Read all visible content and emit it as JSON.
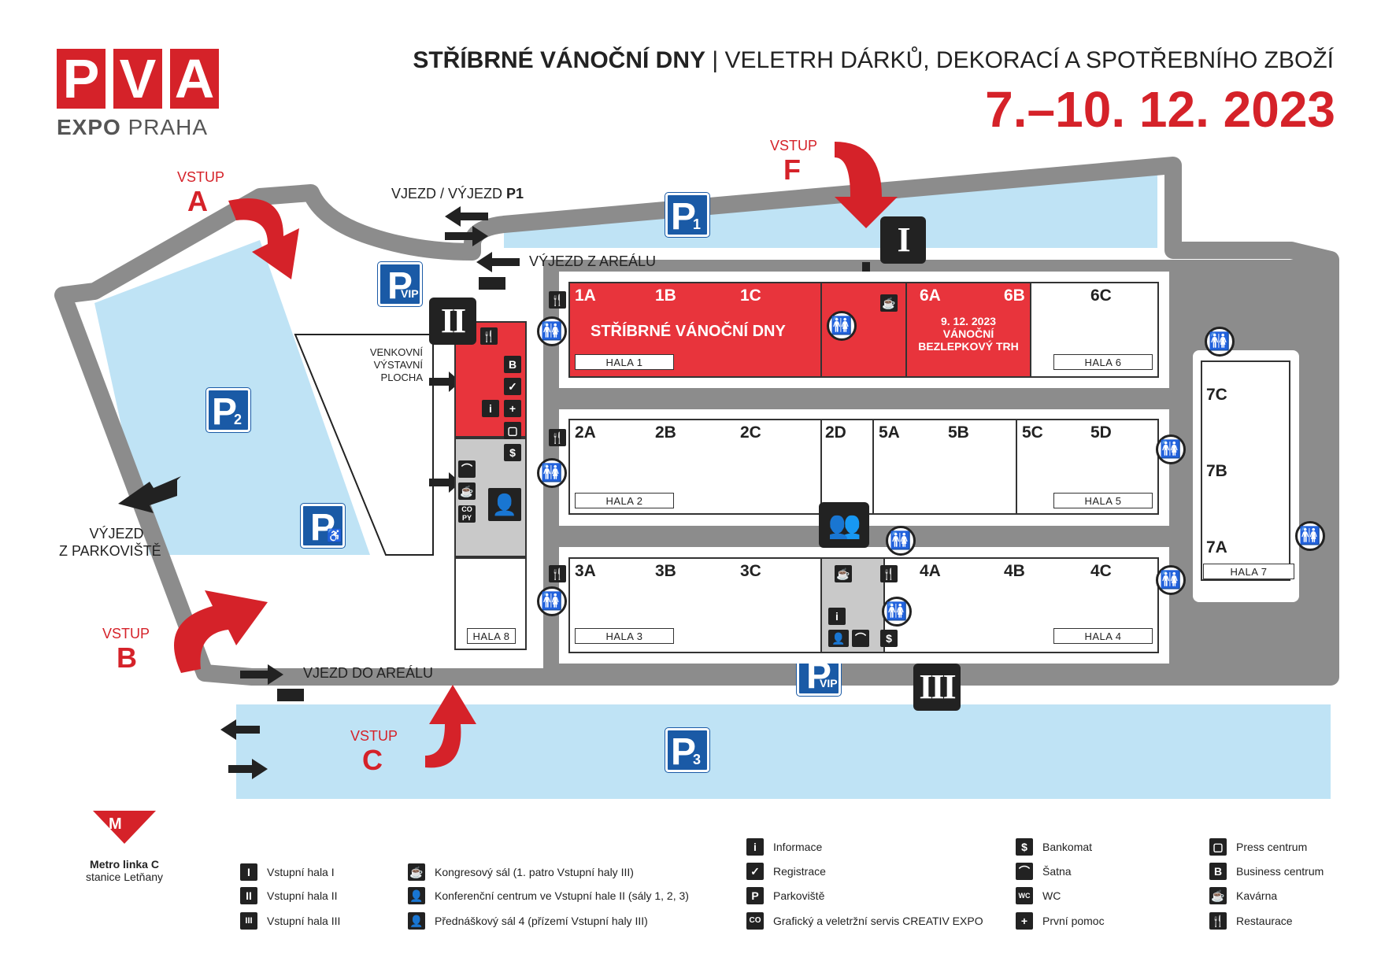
{
  "logo": {
    "letters": [
      "P",
      "V",
      "A"
    ],
    "line1": "EXPO",
    "line2": "PRAHA"
  },
  "header": {
    "title_bold": "STŘÍBRNÉ VÁNOČNÍ DNY",
    "title_sep": "|",
    "title_rest": "VELETRH DÁRKŮ, DEKORACÍ A SPOTŘEBNÍHO ZBOŽÍ",
    "date": "7.–10. 12. 2023"
  },
  "entrances": [
    {
      "id": "A",
      "label": "VSTUP",
      "letter": "A"
    },
    {
      "id": "B",
      "label": "VSTUP",
      "letter": "B"
    },
    {
      "id": "C",
      "label": "VSTUP",
      "letter": "C"
    },
    {
      "id": "F",
      "label": "VSTUP",
      "letter": "F"
    }
  ],
  "road_labels": {
    "p1": "VJEZD / VÝJEZD",
    "p1_bold": "P1",
    "exit_area": "VÝJEZD Z AREÁLU",
    "enter_area": "VJEZD DO AREÁLU",
    "exit_parking_1": "VÝJEZD",
    "exit_parking_2": "Z PARKOVIŠTĚ",
    "outdoor_1": "VENKOVNÍ",
    "outdoor_2": "VÝSTAVNÍ",
    "outdoor_3": "PLOCHA"
  },
  "parking": {
    "p": "P",
    "p1": "1",
    "p2": "2",
    "p3": "3",
    "vip": "VIP"
  },
  "entrance_halls": {
    "i": "I",
    "ii": "II",
    "iii": "III"
  },
  "halls": {
    "zones_row1": [
      "1A",
      "1B",
      "1C",
      "6A",
      "6B",
      "6C"
    ],
    "zones_row2": [
      "2A",
      "2B",
      "2C",
      "2D",
      "5A",
      "5B",
      "5C",
      "5D"
    ],
    "zones_row3": [
      "3A",
      "3B",
      "3C",
      "4A",
      "4B",
      "4C"
    ],
    "zones_row7": [
      "7C",
      "7B",
      "7A"
    ],
    "labels": [
      "HALA 1",
      "HALA 2",
      "HALA 3",
      "HALA 4",
      "HALA 5",
      "HALA 6",
      "HALA 7",
      "HALA 8"
    ],
    "event_name": "STŘÍBRNÉ VÁNOČNÍ DNY",
    "gf_1": "9. 12. 2023",
    "gf_2": "VÁNOČNÍ",
    "gf_3": "BEZLEPKOVÝ TRH"
  },
  "metro": {
    "line1": "Metro linka C",
    "line2": "stanice Letňany",
    "symbol": "M"
  },
  "legend": {
    "col1": [
      {
        "icon": "I",
        "text": "Vstupní hala I"
      },
      {
        "icon": "II",
        "text": "Vstupní hala II"
      },
      {
        "icon": "III",
        "text": "Vstupní hala III"
      }
    ],
    "col2": [
      {
        "icon": "congress-hall-icon",
        "text": "Kongresový sál (1. patro Vstupní haly III)"
      },
      {
        "icon": "conference-centre-icon",
        "text": "Konferenční centrum ve Vstupní hale II (sály 1, 2, 3)"
      },
      {
        "icon": "lecture-hall-icon",
        "text": "Přednáškový sál 4 (přízemí Vstupní haly III)"
      }
    ],
    "col3": [
      {
        "icon": "i",
        "text": "Informace"
      },
      {
        "icon": "✓",
        "text": "Registrace"
      },
      {
        "icon": "P",
        "text": "Parkoviště"
      },
      {
        "icon": "CO",
        "text": "Grafický a veletržní servis CREATIV EXPO"
      }
    ],
    "col4": [
      {
        "icon": "$",
        "text": "Bankomat"
      },
      {
        "icon": "⌒",
        "text": "Šatna"
      },
      {
        "icon": "WC",
        "text": "WC"
      },
      {
        "icon": "+",
        "text": "První pomoc"
      }
    ],
    "col5": [
      {
        "icon": "▢",
        "text": "Press centrum"
      },
      {
        "icon": "B",
        "text": "Business centrum"
      },
      {
        "icon": "☕",
        "text": "Kavárna"
      },
      {
        "icon": "🍴",
        "text": "Restaurace"
      }
    ]
  },
  "colors": {
    "red": "#d52229",
    "hall_red": "#e8343c",
    "parking_blue": "#1a5aa6",
    "parking_area": "#bfe3f5",
    "road": "#8c8c8c"
  }
}
